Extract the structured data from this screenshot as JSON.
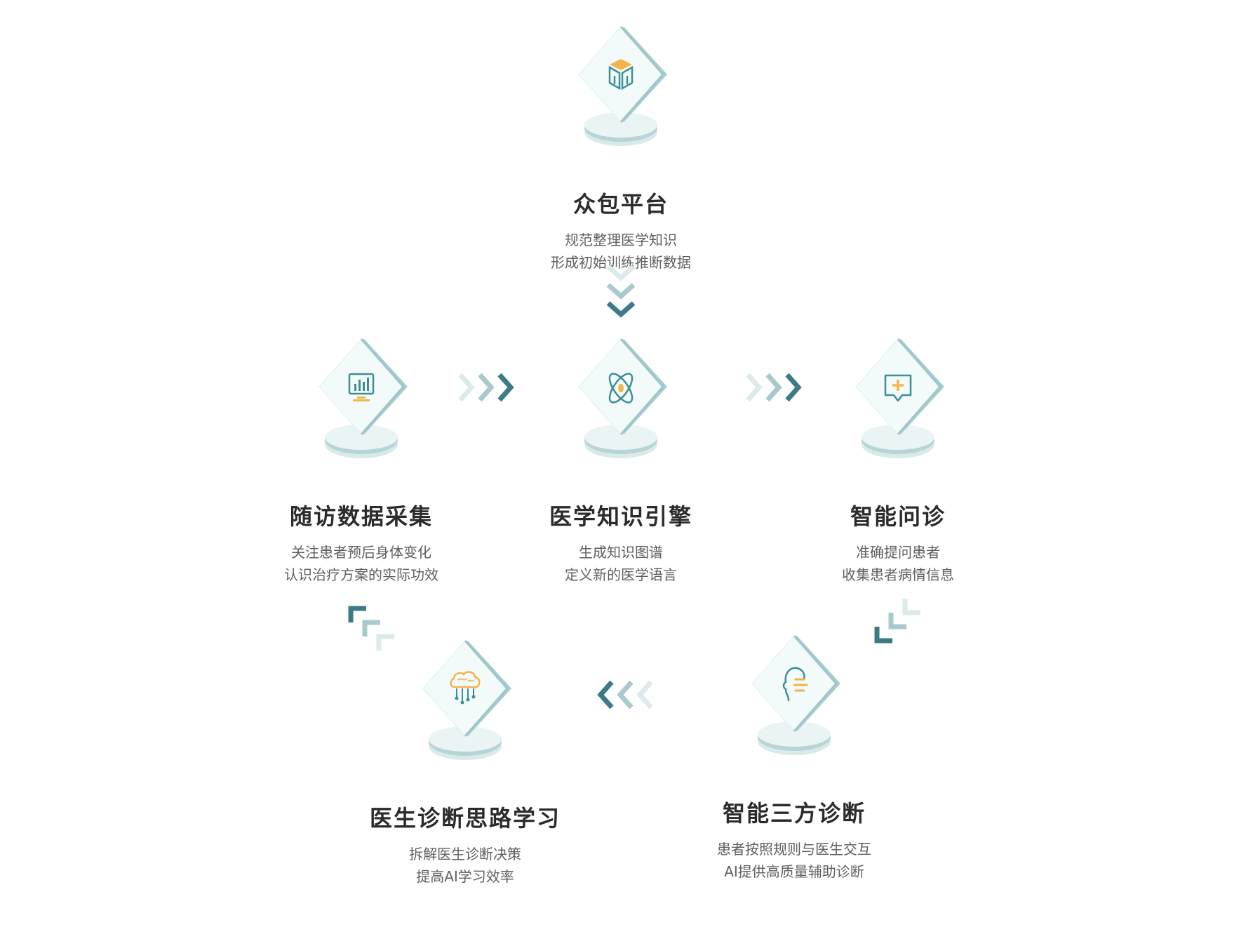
{
  "colors": {
    "teal_dark": "#3d7a87",
    "teal_mid": "#8fbcc2",
    "teal_light": "#cfe2e4",
    "accent_orange": "#f3b44a",
    "title_text": "#2b2b2b",
    "body_text": "#5f5f5f"
  },
  "nodes": {
    "crowdsource": {
      "icon": "cube-box-icon",
      "title": "众包平台",
      "line1": "规范整理医学知识",
      "line2": "形成初始训练推断数据"
    },
    "followup": {
      "icon": "monitor-chart-icon",
      "title": "随访数据采集",
      "line1": "关注患者预后身体变化",
      "line2": "认识治疗方案的实际功效"
    },
    "engine": {
      "icon": "atom-icon",
      "title": "医学知识引擎",
      "line1": "生成知识图谱",
      "line2": "定义新的医学语言"
    },
    "inquiry": {
      "icon": "medical-chat-icon",
      "title": "智能问诊",
      "line1": "准确提问患者",
      "line2": "收集患者病情信息"
    },
    "doctor_learning": {
      "icon": "brain-circuit-icon",
      "title": "医生诊断思路学习",
      "line1": "拆解医生诊断决策",
      "line2": "提高AI学习效率"
    },
    "three_party": {
      "icon": "head-profile-icon",
      "title": "智能三方诊断",
      "line1": "患者按照规则与医生交互",
      "line2": "AI提供高质量辅助诊断"
    }
  }
}
